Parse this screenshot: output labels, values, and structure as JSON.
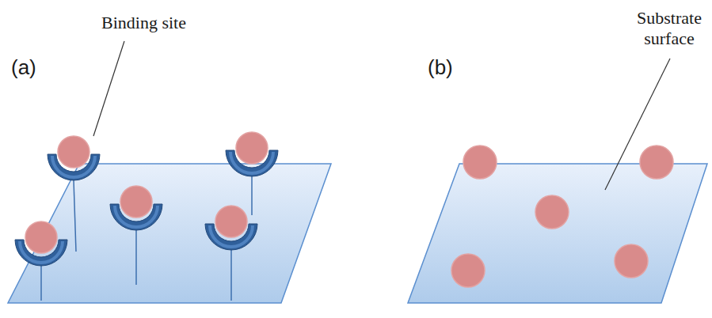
{
  "diagram": {
    "labels": [
      "(a)",
      "Binding site",
      "(b)",
      "Substrate surface"
    ]
  }
}
